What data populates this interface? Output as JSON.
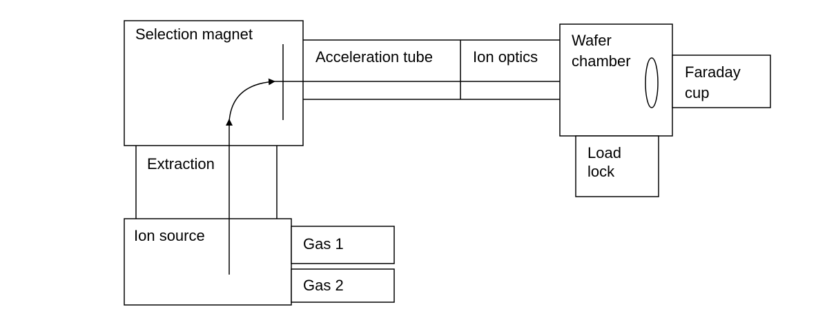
{
  "diagram": {
    "title": "",
    "labels": {
      "selection_magnet": "Selection magnet",
      "acceleration_tube": "Acceleration tube",
      "ion_optics": "Ion optics",
      "wafer_chamber_line1": "Wafer",
      "wafer_chamber_line2": "chamber",
      "faraday_cup_line1": "Faraday",
      "faraday_cup_line2": "cup",
      "load_lock_line1": "Load",
      "load_lock_line2": "lock",
      "extraction": "Extraction",
      "ion_source": "Ion source",
      "gas_1": "Gas 1",
      "gas_2": "Gas 2"
    },
    "colors": {
      "stroke": "#000000",
      "background": "#ffffff"
    }
  }
}
